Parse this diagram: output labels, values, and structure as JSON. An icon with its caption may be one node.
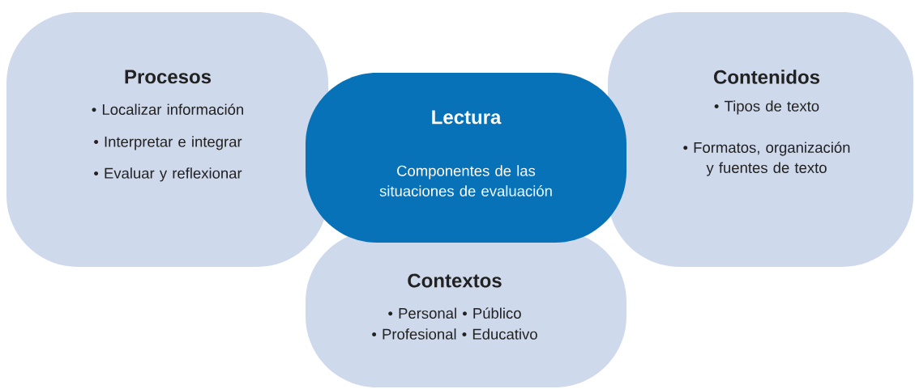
{
  "diagram": {
    "nodes": [
      {
        "text": [
          "Procesos",
          "• Localizar información",
          "• Interpretar e integrar",
          "• Evaluar y reflexionar"
        ]
      },
      {
        "text": [
          "Lectura",
          "Componentes de las situaciones de evaluación"
        ]
      },
      {
        "text": [
          "Contenidos",
          "• Tipos de texto",
          "• Formatos, organización y fuentes de texto"
        ]
      },
      {
        "text": [
          "Contextos",
          "• Personal • Público",
          "• Profesional • Educativo"
        ]
      }
    ]
  }
}
